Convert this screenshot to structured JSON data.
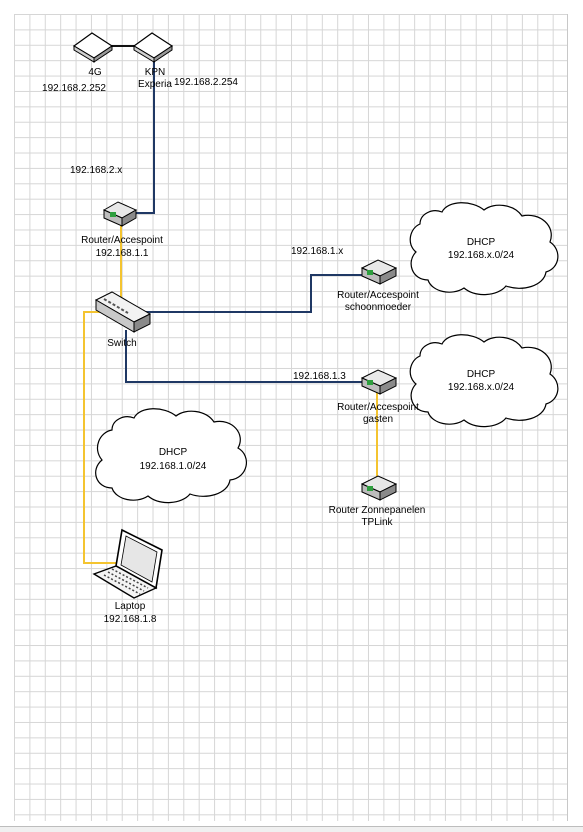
{
  "nodes": {
    "modem_4g": {
      "name": "4G",
      "ip": "192.168.2.252"
    },
    "kpn_experia": {
      "name_line1": "KPN",
      "name_line2": "Experia",
      "ip": "192.168.2.254"
    },
    "main_router": {
      "name": "Router/Accespoint",
      "ip": "192.168.1.1",
      "subnet_label": "192.168.2.x"
    },
    "switch": {
      "name": "Switch"
    },
    "router_schoonmoeder": {
      "name_line1": "Router/Accespoint",
      "name_line2": "schoonmoeder",
      "subnet_label": "192.168.1.x"
    },
    "router_gasten": {
      "name_line1": "Router/Accespoint",
      "name_line2": "gasten",
      "ip_label": "192.168.1.3"
    },
    "router_zonnepanelen": {
      "name_line1": "Router Zonnepanelen",
      "name_line2": "TPLink"
    },
    "laptop": {
      "name": "Laptop",
      "ip": "192.168.1.8"
    }
  },
  "clouds": {
    "dhcp_main": {
      "title": "DHCP",
      "range": "192.168.1.0/24"
    },
    "dhcp_schoonmoeder": {
      "title": "DHCP",
      "range": "192.168.x.0/24"
    },
    "dhcp_gasten": {
      "title": "DHCP",
      "range": "192.168.x.0/24"
    }
  },
  "colors": {
    "blue_cable": "#1f3864",
    "yellow_cable": "#f4c430",
    "black_cable": "#111111",
    "grid": "#d6d6d6"
  },
  "icons": [
    "modem-icon",
    "router-icon",
    "switch-icon",
    "laptop-icon",
    "cloud-icon"
  ]
}
